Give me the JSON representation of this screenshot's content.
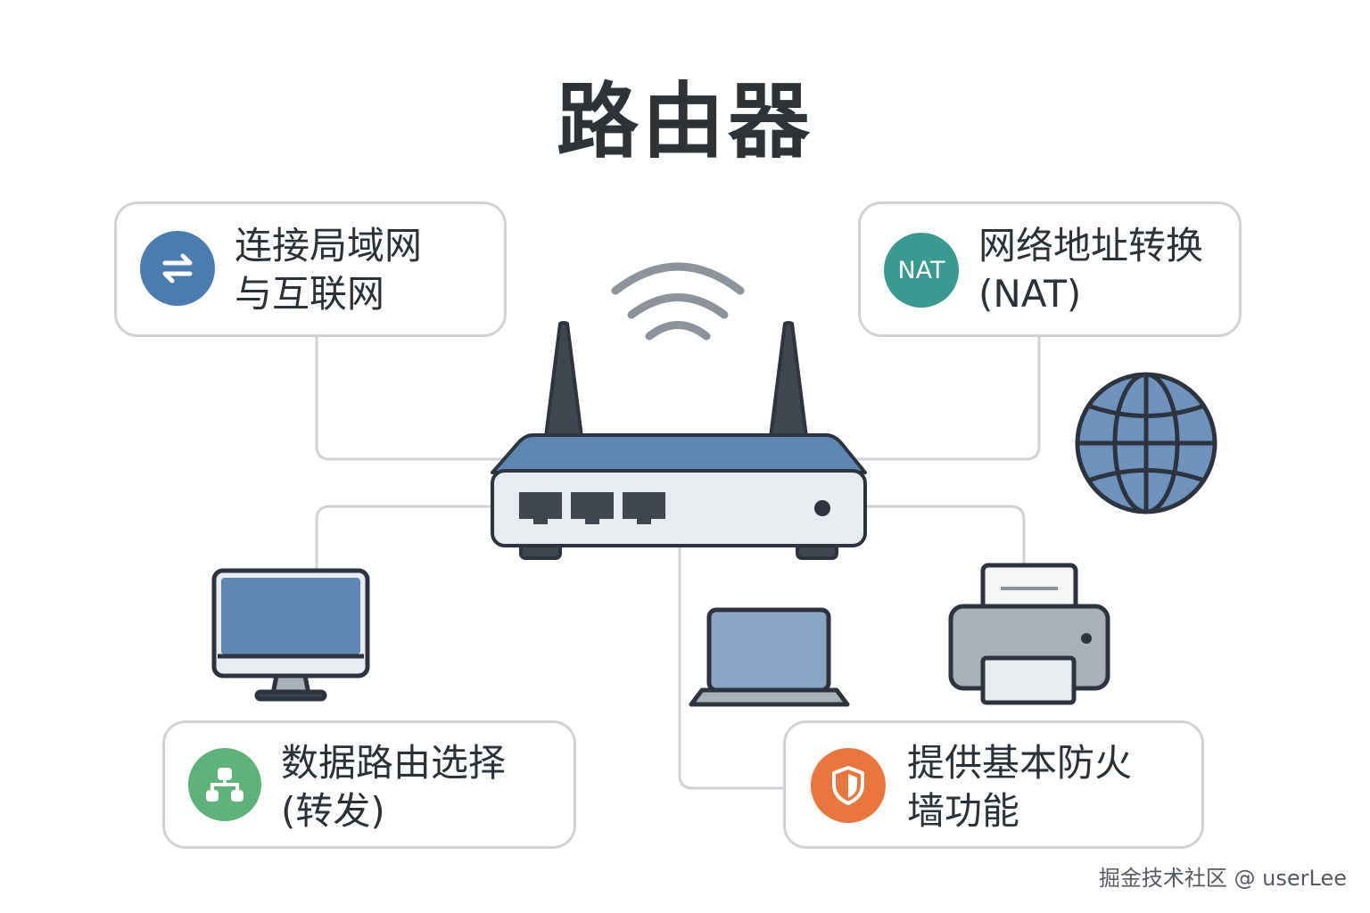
{
  "title": "路由器",
  "features": [
    {
      "id": "connect",
      "icon": "arrows-exchange-icon",
      "color": "#4b7cb0",
      "lines": [
        "连接局域网",
        "与互联网"
      ]
    },
    {
      "id": "nat",
      "icon": "nat-badge",
      "badge_text": "NAT",
      "color": "#3a9990",
      "lines": [
        "网络地址转换",
        "(NAT)"
      ]
    },
    {
      "id": "routing",
      "icon": "network-tree-icon",
      "color": "#5fb27a",
      "lines": [
        "数据路由选择",
        "(转发)"
      ]
    },
    {
      "id": "firewall",
      "icon": "shield-icon",
      "color": "#e9763f",
      "lines": [
        "提供基本防火",
        "墙功能"
      ]
    }
  ],
  "devices": [
    "router",
    "wifi-signal-icon",
    "globe-icon",
    "desktop-monitor",
    "laptop",
    "printer"
  ],
  "colors": {
    "router_top": "#5e87b3",
    "router_body": "#e8ebef",
    "outline": "#2d3440",
    "connector": "#cfd3d8",
    "screen": "#5e87b3",
    "laptop_screen": "#8aa5c6",
    "printer_body": "#a9b0b8"
  },
  "watermark": "掘金技术社区 @ userLee"
}
